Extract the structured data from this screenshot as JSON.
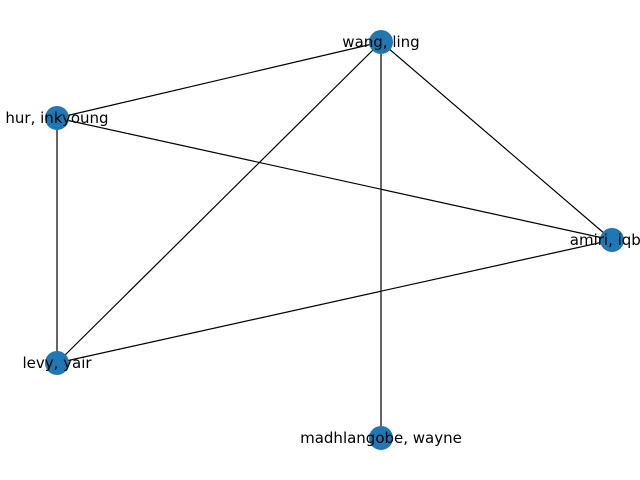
{
  "graph": {
    "node_color": "#1f77b4",
    "edge_color": "#000000",
    "nodes": [
      {
        "id": "wang",
        "label": "wang, ling"
      },
      {
        "id": "hur",
        "label": "hur, inkyoung"
      },
      {
        "id": "amiri",
        "label": "amiri, iqbal"
      },
      {
        "id": "levy",
        "label": "levy, yair"
      },
      {
        "id": "madhlangobe",
        "label": "madhlangobe, wayne"
      }
    ],
    "edges": [
      {
        "source": "wang",
        "target": "hur"
      },
      {
        "source": "wang",
        "target": "amiri"
      },
      {
        "source": "wang",
        "target": "levy"
      },
      {
        "source": "wang",
        "target": "madhlangobe"
      },
      {
        "source": "hur",
        "target": "amiri"
      },
      {
        "source": "hur",
        "target": "levy"
      },
      {
        "source": "levy",
        "target": "amiri"
      }
    ]
  }
}
